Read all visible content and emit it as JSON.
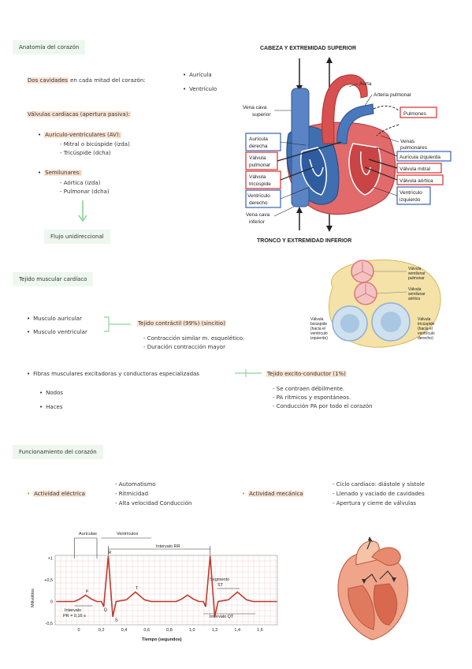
{
  "section1": {
    "label": "Anatomía del corazón",
    "cavities_prefix": "Dos cavidades",
    "cavities_suffix": " en cada mitad del corazón:",
    "cavities": [
      "Aurícula",
      "Ventrículo"
    ],
    "valves_title": "Válvulas cardíacas (apertura pasiva):",
    "av_label": "Auriculo-ventriculares (AV):",
    "av_items": [
      "- Mitral o bicúspide (izda)",
      "- Tricúspide (dcha)"
    ],
    "semi_label": "Semilunares:",
    "semi_items": [
      "- Aórtica (izda)",
      "- Pulmonar (dcha)"
    ],
    "flow_label": "Flujo unidireccional"
  },
  "heart_diagram": {
    "top": "CABEZA Y EXTREMIDAD SUPERIOR",
    "bottom": "TRONCO Y EXTREMIDAD INFERIOR",
    "aorta": "Aorta",
    "pulmonary_artery": "Arteria pulmonar",
    "sup_vena_cava": [
      "Vena cava",
      "superior"
    ],
    "lungs": "Pulmones",
    "pulmonary_veins": [
      "Venas",
      "pulmonares"
    ],
    "right_atrium": [
      "Aurícula",
      "derecha"
    ],
    "pulmonary_valve": [
      "Válvula",
      "pulmonar"
    ],
    "tricuspid_valve": [
      "Válvula",
      "tricúspide"
    ],
    "right_ventricle": [
      "Ventrículo",
      "derecho"
    ],
    "inf_vena_cava": [
      "Vena cava",
      "inferior"
    ],
    "left_atrium": "Aurícula izquierda",
    "mitral_valve": "Válvula mitral",
    "aortic_valve": "Válvula aórtica",
    "left_ventricle": [
      "Ventrículo",
      "izquierdo"
    ]
  },
  "section2": {
    "label": "Tejido muscular cardíaco",
    "left_items": [
      "Musculo auricular",
      "Musculo ventricular"
    ],
    "contractile_title": "Tejido contráctil (99%) (sincitio)",
    "contractile_items": [
      "- Contracción similar m. esquelético.",
      "- Duración contracción mayor"
    ],
    "fibers_item": "Fibras musculares excitadoras y conductoras especializadas",
    "fibers_sub": [
      "Nodos",
      "Haces"
    ],
    "conductor_title": "Tejido excito-conductor (1%)",
    "conductor_items": [
      "- Se contraen débilmente.",
      "- PA rítmicos y espontáneos.",
      "- Conducción PA por todo el corazón"
    ]
  },
  "valve_diagram": {
    "semi_pulmonar": [
      "Válvula",
      "semilunar",
      "pulmonar"
    ],
    "semi_aortica": [
      "Válvula",
      "semilunar",
      "aórtica"
    ],
    "bicuspide": [
      "Válvula",
      "bicúspide",
      "(hacia el",
      "ventrículo",
      "izquierdo)"
    ],
    "tricuspide": [
      "Válvula",
      "tricúspide",
      "(hacia el",
      "ventrículo",
      "derecho)"
    ]
  },
  "section3": {
    "label": "Funcionamiento del corazón",
    "electric_label": "Actividad eléctrica",
    "electric_items": [
      "- Automatismo",
      "- Ritmicidad",
      "- Alta velocidad Conducción"
    ],
    "mech_label": "Actividad mecánica",
    "mech_items": [
      "- Ciclo cardíaco: diástole y sístole",
      "- Llenado y vaciado de cavidades",
      "- Apertura y cierre de válvulas"
    ]
  },
  "ecg": {
    "auriculas": "Aurículas",
    "ventriculos": "Ventrículos",
    "intervalo_rr": "Intervalo RR",
    "segmento_st": [
      "Segmento",
      "ST"
    ],
    "intervalo_pr": [
      "Intervalo",
      "PR = 0,16 s"
    ],
    "intervalo_qt": "Intervalo QT",
    "ylabel": "Milivoltios",
    "xlabel": "Tiempo (segundos)",
    "y_ticks": [
      "+1",
      "+0,5",
      "0",
      "-0,5"
    ],
    "x_ticks": [
      "0",
      "0,2",
      "0,4",
      "0,6",
      "0,8",
      "1,0",
      "1,2",
      "1,4",
      "1,6"
    ],
    "waves": [
      "P",
      "Q",
      "R",
      "S",
      "T"
    ],
    "colors": {
      "trace": "#c0392b",
      "grid": "#f2c4c4"
    }
  }
}
